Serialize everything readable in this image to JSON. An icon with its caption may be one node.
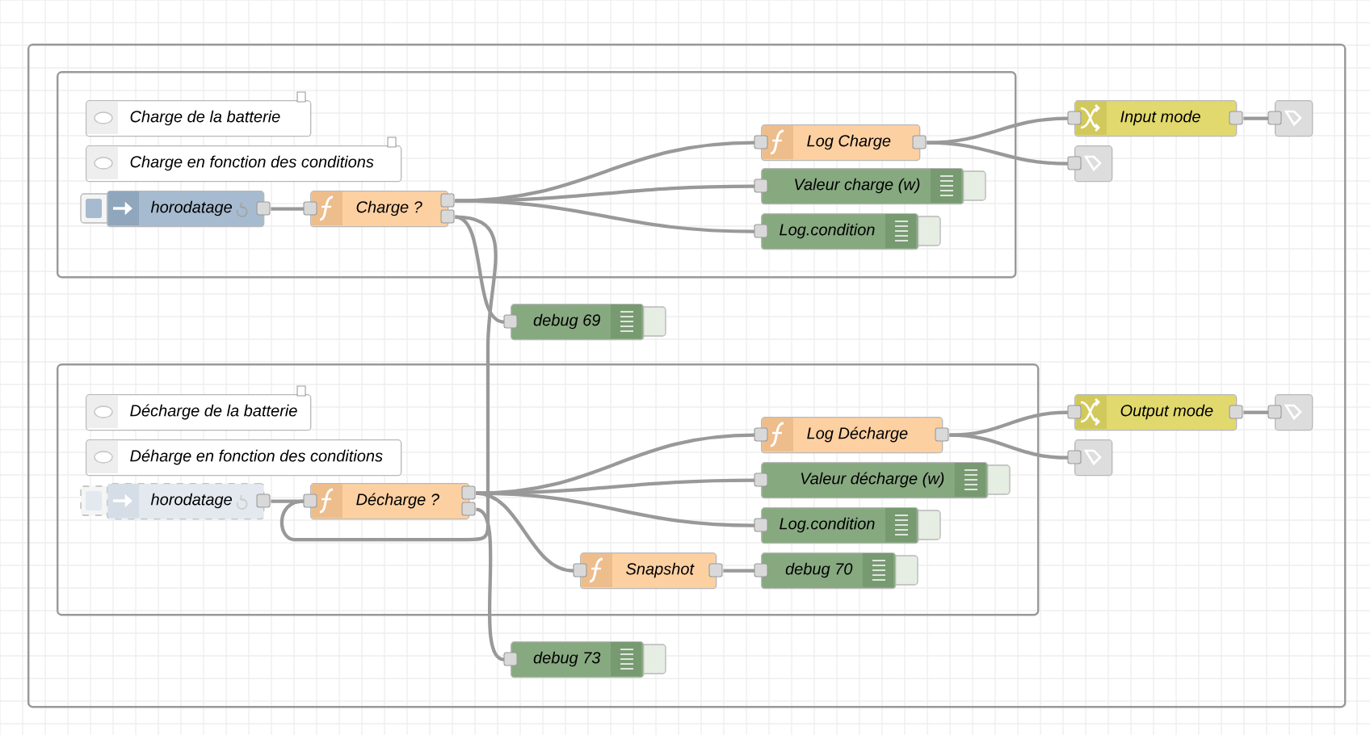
{
  "diagram": {
    "nodes": [
      {
        "text": [],
        "shape": "box"
      },
      {
        "text": [],
        "shape": "box",
        "in": 0
      },
      {
        "text": [
          "Charge de la batterie"
        ],
        "in": 1
      },
      {
        "text": [
          "Charge en fonction des conditions"
        ],
        "in": 1
      },
      {
        "text": [
          "horodatage"
        ],
        "in": 1
      },
      {
        "text": [
          "Charge ?"
        ],
        "in": 1
      },
      {
        "text": [
          "Log Charge"
        ],
        "in": 1
      },
      {
        "text": [
          "Valeur charge (w)"
        ],
        "in": 1
      },
      {
        "text": [
          "Log.condition"
        ],
        "in": 1
      },
      {
        "text": [
          "debug 69"
        ],
        "in": 0
      },
      {
        "text": [
          "Input mode"
        ],
        "in": 0
      },
      {
        "text": [],
        "shape": "box",
        "in": 0
      },
      {
        "text": [],
        "shape": "box",
        "in": 0
      },
      {
        "text": [],
        "shape": "box",
        "in": 0
      },
      {
        "text": [
          "Décharge de la batterie"
        ],
        "in": 13
      },
      {
        "text": [
          "Déharge en fonction des conditions"
        ],
        "in": 13
      },
      {
        "text": [
          "horodatage"
        ],
        "in": 13
      },
      {
        "text": [
          "Décharge ?"
        ],
        "in": 13
      },
      {
        "text": [
          "Log Décharge"
        ],
        "in": 13
      },
      {
        "text": [
          "Valeur décharge (w)"
        ],
        "in": 13
      },
      {
        "text": [
          "Log.condition"
        ],
        "in": 13
      },
      {
        "text": [
          "Snapshot"
        ],
        "in": 13
      },
      {
        "text": [
          "debug 70"
        ],
        "in": 13
      },
      {
        "text": [
          "debug 73"
        ],
        "in": 0
      },
      {
        "text": [
          "Output mode"
        ],
        "in": 0
      },
      {
        "text": [],
        "shape": "box",
        "in": 0
      },
      {
        "text": [],
        "shape": "box",
        "in": 0
      }
    ],
    "edges": [
      {
        "from": 4,
        "to": 5,
        "arrow": "none"
      },
      {
        "from": 5,
        "to": 6,
        "arrow": "none"
      },
      {
        "from": 5,
        "to": 7,
        "arrow": "none"
      },
      {
        "from": 5,
        "to": 8,
        "arrow": "none"
      },
      {
        "from": 5,
        "to": 9,
        "arrow": "none"
      },
      {
        "from": 5,
        "to": 17,
        "arrow": "none"
      },
      {
        "from": 6,
        "to": 10,
        "arrow": "none"
      },
      {
        "from": 6,
        "to": 12,
        "arrow": "none"
      },
      {
        "from": 10,
        "to": 11,
        "arrow": "none"
      },
      {
        "from": 16,
        "to": 17,
        "arrow": "none"
      },
      {
        "from": 17,
        "to": 18,
        "arrow": "none"
      },
      {
        "from": 17,
        "to": 19,
        "arrow": "none"
      },
      {
        "from": 17,
        "to": 20,
        "arrow": "none"
      },
      {
        "from": 17,
        "to": 21,
        "arrow": "none"
      },
      {
        "from": 17,
        "to": 23,
        "arrow": "none"
      },
      {
        "from": 21,
        "to": 22,
        "arrow": "none"
      },
      {
        "from": 18,
        "to": 24,
        "arrow": "none"
      },
      {
        "from": 18,
        "to": 26,
        "arrow": "none"
      },
      {
        "from": 24,
        "to": 25,
        "arrow": "none"
      }
    ]
  }
}
